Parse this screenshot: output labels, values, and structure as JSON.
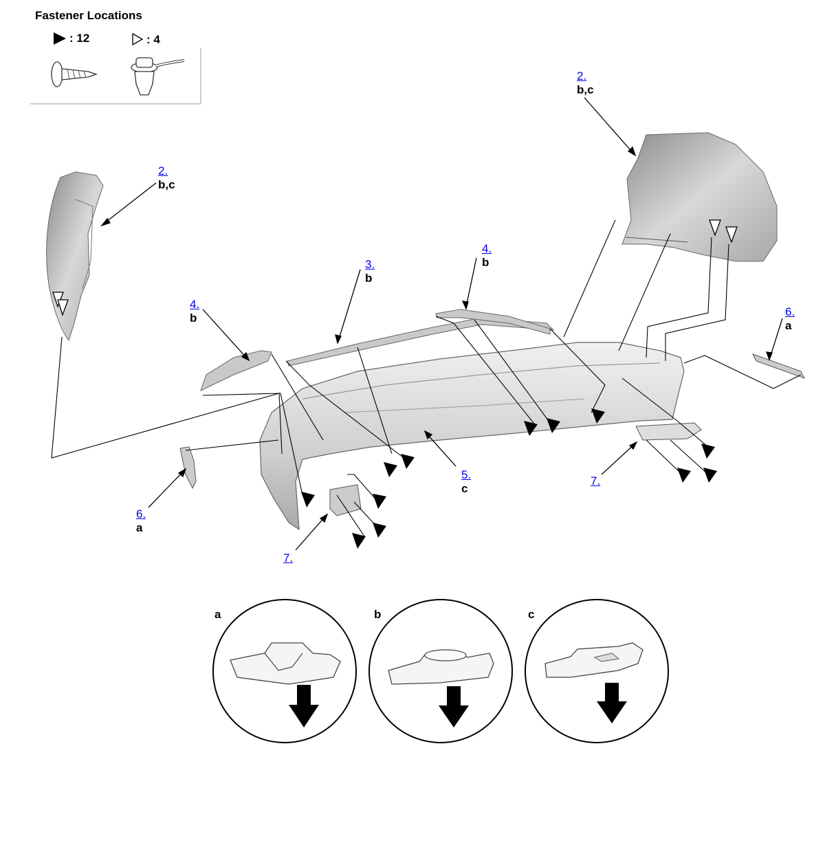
{
  "legend": {
    "title": "Fastener Locations",
    "screw_count": ": 12",
    "clip_count": ": 4"
  },
  "callouts": [
    {
      "id": "2.",
      "sub": "b,c"
    },
    {
      "id": "2.",
      "sub": "b,c"
    },
    {
      "id": "3.",
      "sub": "b"
    },
    {
      "id": "4.",
      "sub": "b"
    },
    {
      "id": "4.",
      "sub": "b"
    },
    {
      "id": "5.",
      "sub": "c"
    },
    {
      "id": "6.",
      "sub": "a"
    },
    {
      "id": "6.",
      "sub": "a"
    },
    {
      "id": "7.",
      "sub": ""
    },
    {
      "id": "7.",
      "sub": ""
    }
  ],
  "details": [
    {
      "letter": "a"
    },
    {
      "letter": "b"
    },
    {
      "letter": "c"
    }
  ],
  "colors": {
    "part_fill": "#c9c9c9",
    "part_edge": "#6f6f6f",
    "link": "#0000ee",
    "line": "#000000"
  }
}
